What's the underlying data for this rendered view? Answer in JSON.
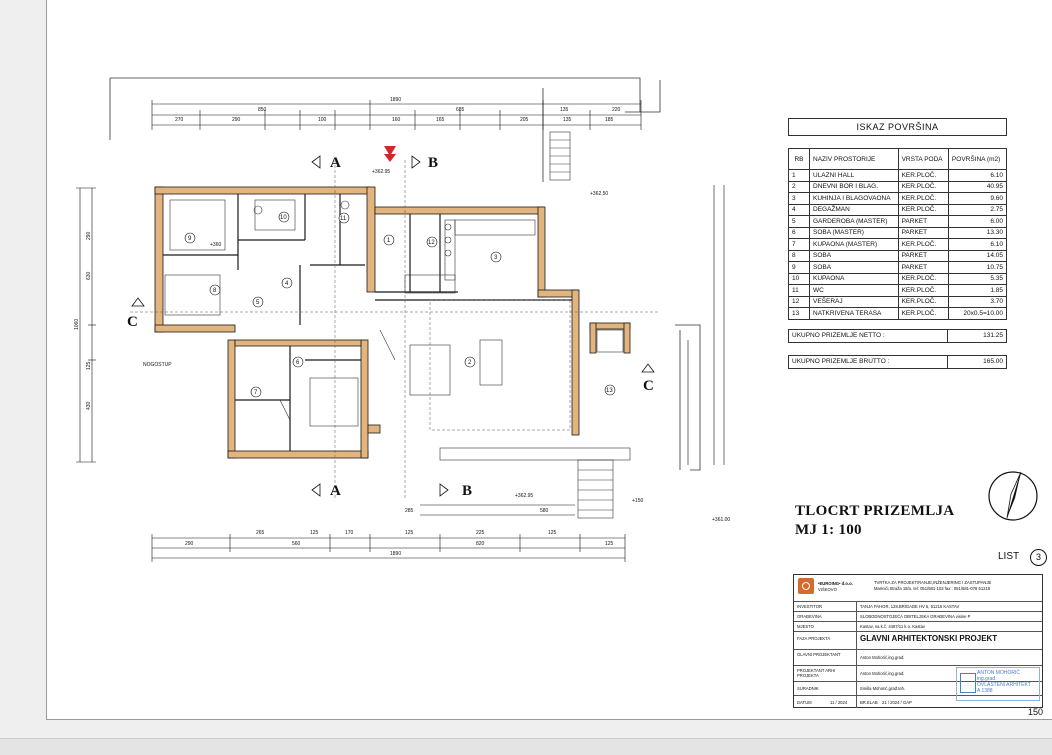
{
  "area_table": {
    "title": "ISKAZ POVRŠINA",
    "headers": [
      "RB",
      "NAZIV PROSTORIJE",
      "VRSTA PODA",
      "POVRŠINA (m2)"
    ],
    "rows": [
      [
        "1",
        "ULAZNI HALL",
        "KER.PLOČ.",
        "6.10"
      ],
      [
        "2",
        "DNEVNI BOR I BLAG.",
        "KER.PLOČ.",
        "40.95"
      ],
      [
        "3",
        "KUHINJA I BLAGOVAONA",
        "KER.PLOČ.",
        "9.60"
      ],
      [
        "4",
        "DEGAŽMAN",
        "KER.PLOČ.",
        "2.75"
      ],
      [
        "5",
        "GARDEROBA (MASTER)",
        "PARKET",
        "6.00"
      ],
      [
        "6",
        "SOBA (MASTER)",
        "PARKET",
        "13.30"
      ],
      [
        "7",
        "KUPAONA (MASTER)",
        "KER.PLOČ.",
        "6.10"
      ],
      [
        "8",
        "SOBA",
        "PARKET",
        "14.05"
      ],
      [
        "9",
        "SOBA",
        "PARKET",
        "10.75"
      ],
      [
        "10",
        "KUPAONA",
        "KER.PLOČ.",
        "5.35"
      ],
      [
        "11",
        "WC",
        "KER.PLOČ.",
        "1.85"
      ],
      [
        "12",
        "VEŠERAJ",
        "KER.PLOČ.",
        "3.70"
      ],
      [
        "13",
        "NATKRIVENA TERASA",
        "KER.PLOČ.",
        "20x0.5=10.00"
      ]
    ],
    "netto_label": "UKUPNO PRIZEMLJE NETTO :",
    "netto_value": "131.25",
    "brutto_label": "UKUPNO PRIZEMLJE BRUTTO :",
    "brutto_value": "165.00"
  },
  "plan_title": {
    "line1": "TLOCRT PRIZEMLJA",
    "line2": "MJ 1: 100"
  },
  "sheet": {
    "list_label": "LIST",
    "list_number": "3",
    "page_number": "150"
  },
  "plan_labels": {
    "section_a": "A",
    "section_b": "B",
    "section_c": "C",
    "nogostup": "NOGOSTUP",
    "rooms": [
      "1",
      "2",
      "3",
      "4",
      "5",
      "6",
      "7",
      "8",
      "9",
      "10",
      "11",
      "12",
      "13"
    ],
    "dims_top_total": "1890",
    "dims_top_row1": [
      "850",
      "685",
      "135",
      "220"
    ],
    "dims_top_row2": [
      "270",
      "290",
      "100",
      "160",
      "165",
      "205",
      "135",
      "185"
    ],
    "dims_bottom_total": "1890",
    "dims_bottom_row1": [
      "265",
      "125",
      "170",
      "125",
      "225",
      "125",
      "580",
      "285"
    ],
    "dims_bottom_row2": [
      "290",
      "560",
      "820",
      "125"
    ],
    "dims_left_total": "1060",
    "dims_left": [
      "290",
      "630",
      "430",
      "125"
    ],
    "levels": [
      "+362.95",
      "+362.50",
      "+360",
      "+362.95",
      "+361.00",
      "+150"
    ]
  },
  "title_block": {
    "company": "•EUROING• d.o.o.",
    "company_city": "VIŠKOVO",
    "firm_line1": "TVRTKA ZA PROJEKTIRANJE,INŽENJERING I ZASTUPANJE",
    "firm_line2": "Marinići,Straža 18/a. tel: 051/681-103 fax : 051/681-078  51216",
    "rows": [
      [
        "INVESTITOR",
        "TANJA PAHOR, 128.BRIGADE HV 5, 51215 KASTAV"
      ],
      [
        "GRAĐEVINA",
        "SLOBODNOSTOJEĆA OBITELJSKA GRAĐEVINA visine P"
      ],
      [
        "MJESTO",
        "Kastav, na k.č. 4487/11 k.o. Kastav"
      ],
      [
        "FAZA PROJEKTA",
        "GLAVNI ARHITEKTONSKI PROJEKT"
      ],
      [
        "GLAVNI PROJEKTANT",
        "Anton Mohorić,ing.građ."
      ],
      [
        "PROJEKTANT ARHI PROJEKTA",
        "Anton Mohorić,ing.građ."
      ],
      [
        "SURADNIK",
        "Siniša Mohorić,građ.teh."
      ],
      [
        "DATUM",
        "11 / 2024"
      ]
    ],
    "elab_label": "BR.ELAB",
    "elab_value": "21 / 2024 / GAP",
    "stamp_line1": "ANTON MOHORIĆ",
    "stamp_line2": "ing.građ.",
    "stamp_line3": "OVLAŠTENI ARHITEKT",
    "stamp_line4": "A 1388"
  },
  "colors": {
    "wall": "#e3b57e",
    "wall_outline": "#1a1a1a",
    "red_mark": "#cc2a2a"
  }
}
